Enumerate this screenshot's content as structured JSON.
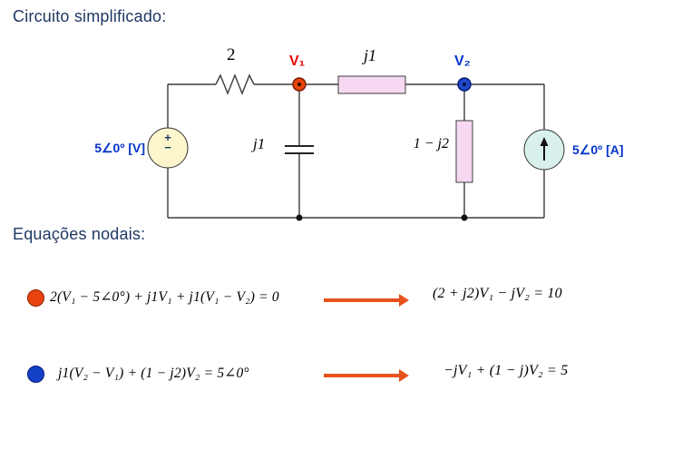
{
  "slide": {
    "title_circuit": "Circuito simplificado:",
    "title_equations": "Equações nodais:"
  },
  "circuit": {
    "resistor_value": "2",
    "node1": "V₁",
    "node2": "V₂",
    "series_impedance": "j1",
    "shunt_capacitor": "j1",
    "shunt_impedance": "1 − j2",
    "voltage_source": "5∠0º [V]",
    "current_source": "5∠0º [A]",
    "plus": "+",
    "minus": "−"
  },
  "equations": [
    {
      "lhs": "2(V₁ − 5∠0°) + j1V₁ + j1(V₁ − V₂) = 0",
      "rhs": "(2 + j2)V₁ − jV₂ = 10"
    },
    {
      "lhs": "j1(V₂ − V₁) + (1 − j2)V₂ = 5∠0°",
      "rhs": "−jV₁ + (1 − j)V₂ = 5"
    }
  ],
  "colors": {
    "heading": "#1f3864",
    "blue_label": "#0434cc",
    "red_accent": "#e8430f",
    "blue_accent": "#1440c8",
    "arrow": "#e8521c",
    "voltage_source_fill": "#fdf6cd",
    "current_source_fill": "#d9f1ec",
    "impedance_fill": "#f6d8f2"
  }
}
